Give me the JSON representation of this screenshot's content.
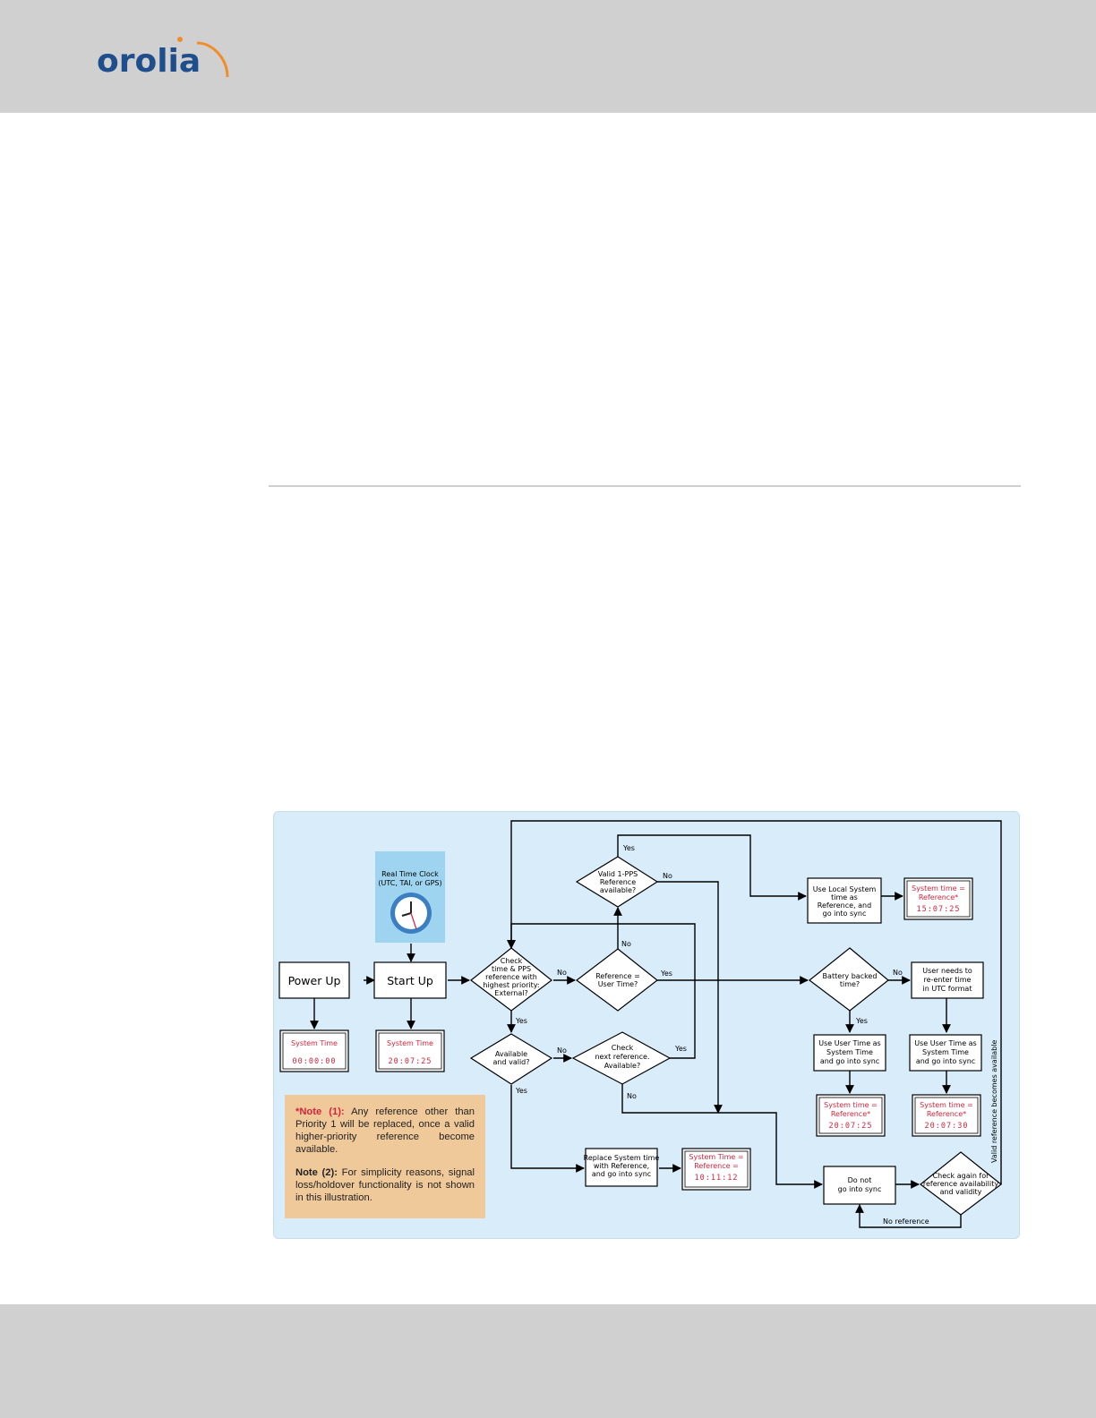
{
  "header": {
    "logo_text": "orolia"
  },
  "flowchart": {
    "nodes": {
      "power_up": "Power Up",
      "start_up": "Start Up",
      "rtc_label": [
        "Real Time Clock",
        "(UTC, TAI, or GPS)"
      ],
      "sys_time_1": {
        "label": "System Time",
        "value": "00:00:00"
      },
      "sys_time_2": {
        "label": "System Time",
        "value": "20:07:25"
      },
      "check_priority": [
        "Check",
        "time & PPS",
        "reference with",
        "highest priority:",
        "External?"
      ],
      "ref_user_time": [
        "Reference =",
        "User Time?"
      ],
      "valid_1pps": [
        "Valid 1-PPS",
        "Reference",
        "available?"
      ],
      "available_valid": [
        "Available",
        "and valid?"
      ],
      "check_next": [
        "Check",
        "next reference.",
        "Available?"
      ],
      "use_local": [
        "Use Local System",
        "time as",
        "Reference, and",
        "go into sync"
      ],
      "result_local": {
        "label": [
          "System time =",
          "Reference*"
        ],
        "value": "15:07:25"
      },
      "battery": [
        "Battery backed",
        "time?"
      ],
      "reenter": [
        "User needs to",
        "re-enter time",
        "in UTC format"
      ],
      "use_user_a": [
        "Use User Time as",
        "System Time",
        "and go into sync"
      ],
      "use_user_b": [
        "Use User Time as",
        "System Time",
        "and go into sync"
      ],
      "result_a": {
        "label": [
          "System time =",
          "Reference*"
        ],
        "value": "20:07:25"
      },
      "result_b": {
        "label": [
          "System time =",
          "Reference*"
        ],
        "value": "20:07:30"
      },
      "replace": [
        "Replace System time",
        "with Reference,",
        "and go into sync"
      ],
      "result_replace": {
        "label": [
          "System Time =",
          "Reference ="
        ],
        "value": "10:11:12"
      },
      "no_sync": [
        "Do not",
        "go into sync"
      ],
      "check_again": [
        "Check again for",
        "reference availability",
        "and validity"
      ]
    },
    "edge_labels": {
      "yes": "Yes",
      "no": "No",
      "no_reference": "No reference",
      "valid_reference": "Valid reference becomes available"
    },
    "notes": {
      "note1_heading": "*Note (1):",
      "note1_text": "Any reference other than Priority 1 will be replaced, once a valid higher-priority reference become available.",
      "note2_heading": "Note (2):",
      "note2_text": "For simplicity reasons, signal loss/holdover functionality is not shown in this illustration."
    }
  },
  "colors": {
    "diagram_bg": "#d8ecfa",
    "note_bg": "#f0c99a",
    "accent_red": "#d0253c",
    "brand_blue": "#1f4e8c",
    "brand_orange": "#f28c28",
    "chrome_gray": "#d0d0d0"
  }
}
